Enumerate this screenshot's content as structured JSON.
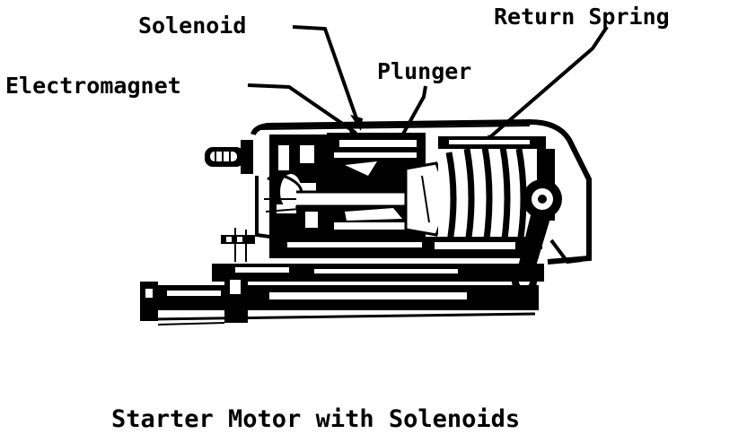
{
  "labels": {
    "solenoid": "Solenoid",
    "return_spring": "Return Spring",
    "electromagnet": "Electromagnet",
    "plunger": "Plunger"
  },
  "caption": "Starter Motor with Solenoids",
  "colors": {
    "ink": "#000000",
    "paper": "#ffffff"
  }
}
